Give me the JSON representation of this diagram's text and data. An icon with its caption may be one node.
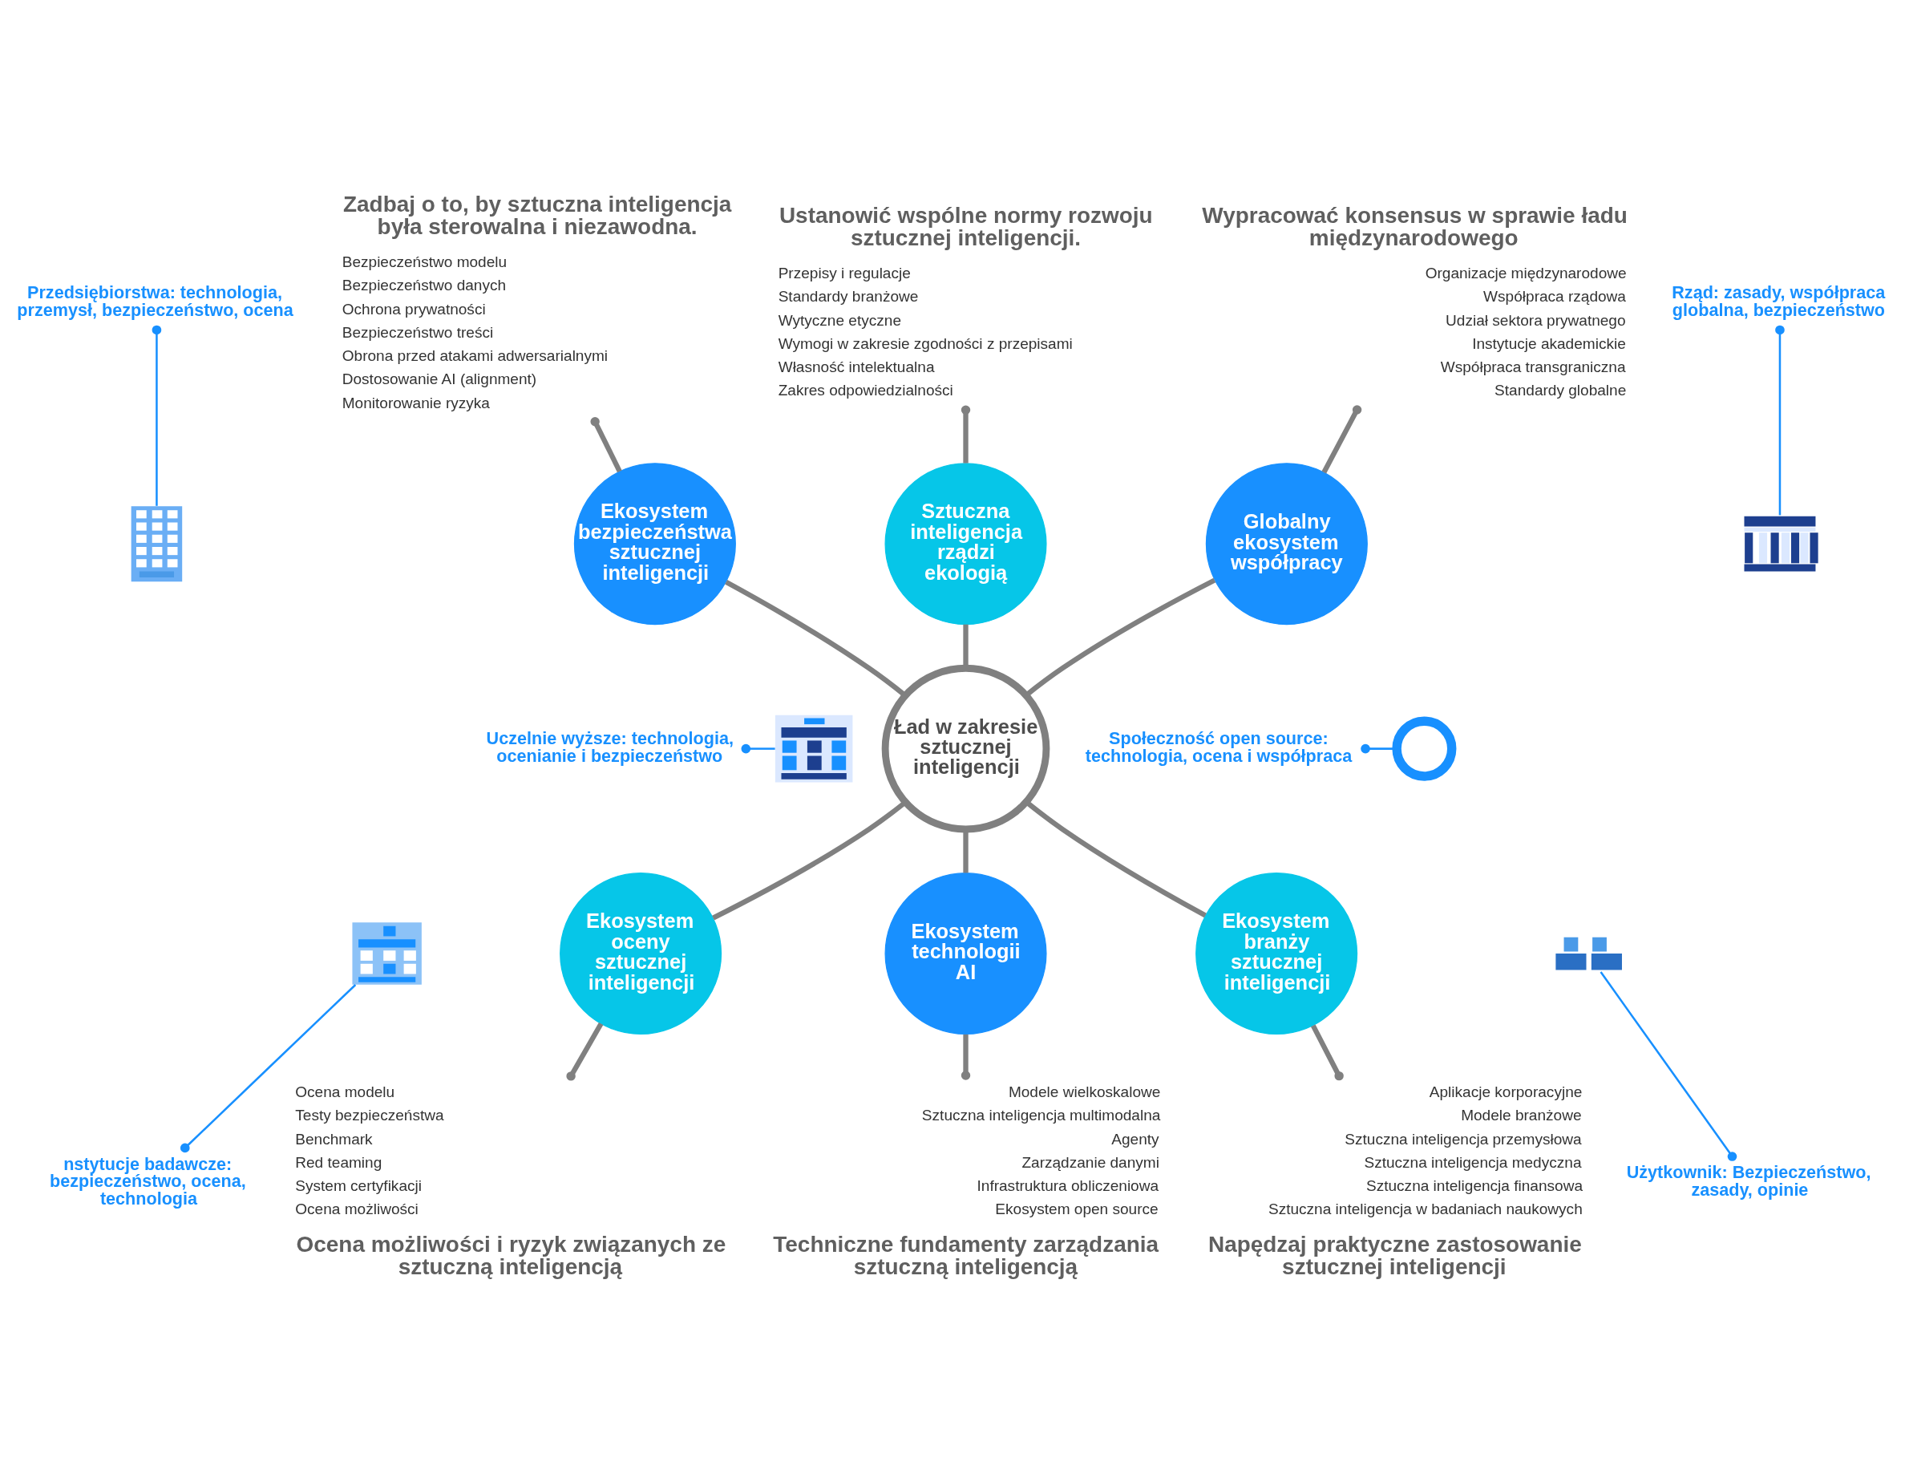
{
  "diagram": {
    "nodes": [
      {
        "text": [
          "Ustanowić wspólne normy rozwoju sztucznej inteligencji."
        ],
        "beside": [
          "Przepisy i regulacje",
          "Standardy branżowe",
          "Wytyczne etyczne",
          "Wymogi w zakresie zgodności z przepisami",
          "Własność intelektualna",
          "Zakres odpowiedzialności"
        ]
      },
      {
        "text": [
          "Zadbaj o to, by sztuczna inteligencja była sterowalna i niezawodna."
        ],
        "beside": [
          "Bezpieczeństwo modelu",
          "Bezpieczeństwo danych",
          "Ochrona prywatności",
          "Bezpieczeństwo treści",
          "Obrona przed atakami adwersarialnymi",
          "Dostosowanie AI (alignment)",
          "Monitorowanie ryzyka"
        ]
      },
      {
        "text": [
          "Wypracować konsensus w sprawie ładu międzynarodowego"
        ],
        "beside": [
          "Organizacje międzynarodowe",
          "Współpraca rządowa",
          "Udział sektora prywatnego",
          "Instytucje akademickie",
          "Współpraca transgraniczna",
          "Standardy globalne"
        ]
      },
      {
        "text": [
          "Sztuczna inteligencja rządzi ekologią"
        ]
      },
      {
        "text": [
          "Przedsiębiorstwa: technologia, przemysł, bezpieczeństwo, ocena"
        ]
      },
      {
        "text": [
          "Rząd: zasady, współpraca globalna, bezpieczeństwo"
        ]
      },
      {
        "text": [
          "Ekosystem bezpieczeństwa sztucznej inteligencji"
        ]
      },
      {
        "text": [],
        "shape": "picture"
      },
      {
        "text": [],
        "shape": "picture"
      },
      {
        "text": [
          "Globalny ekosystem współpracy"
        ]
      },
      {
        "text": [
          "Uczelnie wyższe: technologia, ocenianie i bezpieczeństwo"
        ]
      },
      {
        "text": [],
        "shape": "picture"
      },
      {
        "text": [
          "Ład w zakresie sztucznej inteligencji"
        ]
      },
      {
        "text": [],
        "shape": "picture"
      },
      {
        "text": [
          "Społeczność open source: technologia, ocena i współpraca"
        ]
      },
      {
        "text": [
          "Ekosystem oceny sztucznej inteligencji"
        ]
      },
      {
        "text": [],
        "shape": "picture"
      },
      {
        "text": [],
        "shape": "picture"
      },
      {
        "text": [
          "Ekosystem branży sztucznej inteligencji"
        ]
      },
      {
        "text": [
          "nstytucje badawcze: bezpieczeństwo, ocena, technologia"
        ]
      },
      {
        "text": [
          "Ekosystem technologii AI"
        ]
      },
      {
        "text": [
          "Użytkownik: Bezpieczeństwo, zasady, opinie"
        ]
      },
      {
        "text": [
          "Ocena możliwości i ryzyk związanych ze sztuczną inteligencją"
        ],
        "beside": [
          "Ocena modelu",
          "Testy bezpieczeństwa",
          "Benchmark",
          "Red teaming",
          "System certyfikacji",
          "Ocena możliwości"
        ]
      },
      {
        "text": [
          "Napędzaj praktyczne zastosowanie sztucznej inteligencji"
        ],
        "beside": [
          "Aplikacje korporacyjne",
          "Modele branżowe",
          "Sztuczna inteligencja przemysłowa",
          "Sztuczna inteligencja medyczna",
          "Sztuczna inteligencja finansowa",
          "Sztuczna inteligencja w badaniach naukowych"
        ]
      },
      {
        "text": [
          "Techniczne fundamenty zarządzania sztuczną inteligencją"
        ],
        "beside": [
          "Modele wielkoskalowe",
          "Sztuczna inteligencja multimodalna",
          "Agenty",
          "Zarządzanie danymi",
          "Infrastruktura obliczeniowa",
          "Ekosystem open source"
        ]
      }
    ],
    "edges": [
      {
        "from": 6,
        "to": 12,
        "arrow": "none"
      },
      {
        "from": 3,
        "to": 12,
        "arrow": "none"
      },
      {
        "from": 9,
        "to": 12,
        "arrow": "none"
      },
      {
        "from": 12,
        "to": 15,
        "arrow": "none"
      },
      {
        "from": 12,
        "to": 20,
        "arrow": "none"
      },
      {
        "from": 12,
        "to": 18,
        "arrow": "none"
      },
      {
        "from": 1,
        "to": 6,
        "arrow": "other"
      },
      {
        "from": 0,
        "to": 3,
        "arrow": "other"
      },
      {
        "from": 2,
        "to": 9,
        "arrow": "other"
      },
      {
        "from": 15,
        "to": 22,
        "arrow": "other"
      },
      {
        "from": 20,
        "to": 24,
        "arrow": "other"
      },
      {
        "from": 18,
        "to": 23,
        "arrow": "other"
      },
      {
        "from": 4,
        "to": 7,
        "arrow": "other",
        "color": "#1890ff"
      },
      {
        "from": 5,
        "to": 8,
        "arrow": "other",
        "color": "#1890ff"
      },
      {
        "from": 10,
        "to": 11,
        "arrow": "other",
        "color": "#1890ff"
      },
      {
        "from": 14,
        "to": 13,
        "arrow": "other",
        "color": "#1890ff"
      },
      {
        "from": 19,
        "to": 16,
        "arrow": "other",
        "color": "#1890ff"
      },
      {
        "from": 21,
        "to": 17,
        "arrow": "other",
        "color": "#1890ff"
      }
    ]
  }
}
